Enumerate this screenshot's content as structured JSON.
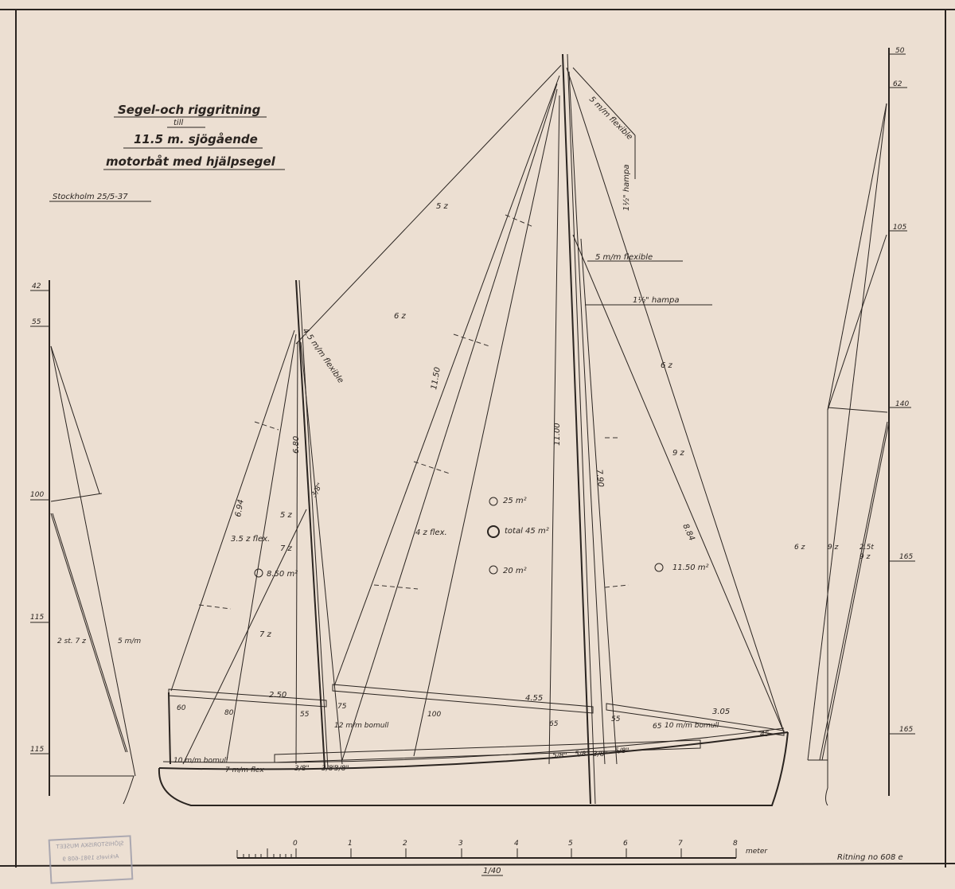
{
  "title": {
    "line1": "Segel-och riggritning",
    "line2": "till",
    "line3": "11.5 m. sjögående",
    "line4": "motorbåt med hjälpsegel",
    "place_date": "Stockholm 25/5-37"
  },
  "stamp": {
    "museum": "SJÖHISTORISKA MUSEET",
    "archive": "Arkivets 1981-608 9"
  },
  "scale": {
    "ticks": [
      "0",
      "1",
      "2",
      "3",
      "4",
      "5",
      "6",
      "7",
      "8"
    ],
    "unit": "meter",
    "ratio": "1/40"
  },
  "drawing_number": "Ritning no 608 e",
  "sail_areas": {
    "a": "25 m²",
    "total": "total 45 m²",
    "b": "20 m²",
    "mizzen": "8.50 m²",
    "jib": "11.50 m²"
  },
  "rigging_labels": {
    "wire_5_flex_top": "5 m/m flexible",
    "hemp_top": "1½\" hampa",
    "wire_5_flex_mid": "5 m/m flexible",
    "hemp_mid": "1½\" hampa",
    "mizzen_flex": "4.5 m/m flexible",
    "s5": "5 z",
    "s6": "6 z",
    "s6b": "6 z",
    "s9": "9 z",
    "dim_1150": "11.50",
    "dim_1100": "11.00",
    "dim_790": "7.90",
    "dim_884": "8.84",
    "dim_694": "6.94",
    "dim_680": "6.80",
    "s5b": "5 z",
    "flex35": "3.5 z flex.",
    "s7": "7 z",
    "s7b": "7 z",
    "flex4": "4 z flex.",
    "frac38": "3/8\"",
    "boom_250": "2.50",
    "boom_455": "4.55",
    "boom_305": "3.05",
    "b60": "60",
    "b80": "80",
    "b55": "55",
    "b75": "75",
    "b100": "100",
    "b65": "65",
    "b55b": "55",
    "b65b": "65",
    "b45": "45",
    "bom12": "12 m/m bomull",
    "bom10": "10 m/m bomull",
    "bom10b": "10 m/m bomull",
    "flex7": "7 m/m flex",
    "f1": "3/8\"",
    "f2": "3/8\"",
    "f3": "3/8\"",
    "f4": "5/8\"",
    "f5": "5/8\"",
    "f6": "3/8\"",
    "f7": "5/8\""
  },
  "left_view": {
    "h42": "42",
    "h55": "55",
    "h100": "100",
    "h115": "115",
    "h115b": "115",
    "st": "2 st. 7 z",
    "s5": "5 m/m"
  },
  "right_view": {
    "h50": "50",
    "h62": "62",
    "h105": "105",
    "h140": "140",
    "h165": "165",
    "h165b": "165",
    "a": "6 z",
    "b": "9 z",
    "c": "2.5t",
    "d": "9 z"
  }
}
